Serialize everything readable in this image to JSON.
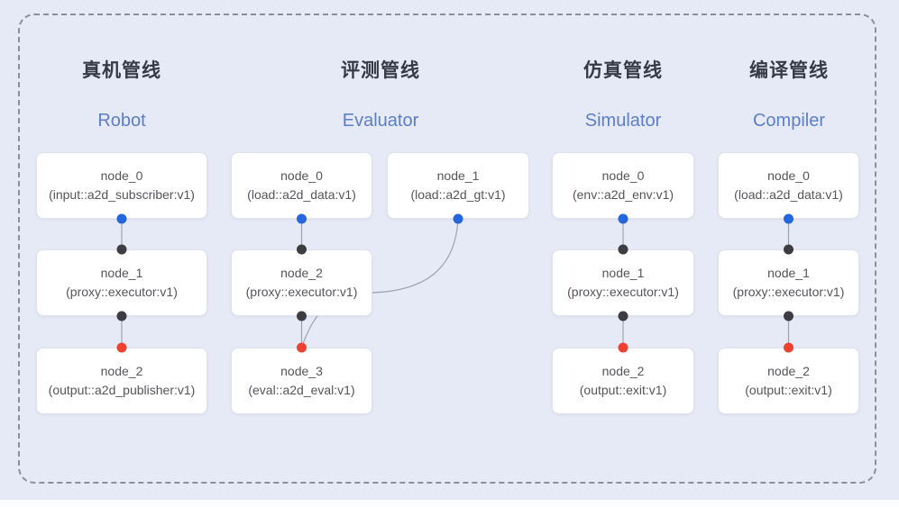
{
  "diagram": {
    "pipelines": [
      {
        "title_zh": "真机管线",
        "title_en": "Robot",
        "nodes": [
          {
            "name": "node_0",
            "detail": "(input::a2d_subscriber:v1)"
          },
          {
            "name": "node_1",
            "detail": "(proxy::executor:v1)"
          },
          {
            "name": "node_2",
            "detail": "(output::a2d_publisher:v1)"
          }
        ]
      },
      {
        "title_zh": "评测管线",
        "title_en": "Evaluator",
        "nodes": [
          {
            "name": "node_0",
            "detail": "(load::a2d_data:v1)"
          },
          {
            "name": "node_1",
            "detail": "(load::a2d_gt:v1)"
          },
          {
            "name": "node_2",
            "detail": "(proxy::executor:v1)"
          },
          {
            "name": "node_3",
            "detail": "(eval::a2d_eval:v1)"
          }
        ]
      },
      {
        "title_zh": "仿真管线",
        "title_en": "Simulator",
        "nodes": [
          {
            "name": "node_0",
            "detail": "(env::a2d_env:v1)"
          },
          {
            "name": "node_1",
            "detail": "(proxy::executor:v1)"
          },
          {
            "name": "node_2",
            "detail": "(output::exit:v1)"
          }
        ]
      },
      {
        "title_zh": "编译管线",
        "title_en": "Compiler",
        "nodes": [
          {
            "name": "node_0",
            "detail": "(load::a2d_data:v1)"
          },
          {
            "name": "node_1",
            "detail": "(proxy::executor:v1)"
          },
          {
            "name": "node_2",
            "detail": "(output::exit:v1)"
          }
        ]
      }
    ],
    "connections": [
      {
        "pipeline": "Robot",
        "from": "node_0",
        "to": "node_1",
        "from_port": "blue",
        "to_port": "black",
        "shape": "straight"
      },
      {
        "pipeline": "Robot",
        "from": "node_1",
        "to": "node_2",
        "from_port": "black",
        "to_port": "red",
        "shape": "straight"
      },
      {
        "pipeline": "Evaluator",
        "from": "node_0",
        "to": "node_2",
        "from_port": "blue",
        "to_port": "black",
        "shape": "straight"
      },
      {
        "pipeline": "Evaluator",
        "from": "node_1",
        "to": "node_3",
        "from_port": "blue",
        "to_port": "red",
        "shape": "curved"
      },
      {
        "pipeline": "Evaluator",
        "from": "node_2",
        "to": "node_3",
        "from_port": "black",
        "to_port": "red",
        "shape": "straight"
      },
      {
        "pipeline": "Simulator",
        "from": "node_0",
        "to": "node_1",
        "from_port": "blue",
        "to_port": "black",
        "shape": "straight"
      },
      {
        "pipeline": "Simulator",
        "from": "node_1",
        "to": "node_2",
        "from_port": "black",
        "to_port": "red",
        "shape": "straight"
      },
      {
        "pipeline": "Compiler",
        "from": "node_0",
        "to": "node_1",
        "from_port": "blue",
        "to_port": "black",
        "shape": "straight"
      },
      {
        "pipeline": "Compiler",
        "from": "node_1",
        "to": "node_2",
        "from_port": "black",
        "to_port": "red",
        "shape": "straight"
      }
    ],
    "colors": {
      "background": "#E6EAF7",
      "frame_dash": "#8A8F99",
      "node_bg": "#FFFFFF",
      "node_border": "#E1E3E8",
      "edge": "#9CA3AF",
      "port_blue": "#2366DE",
      "port_black": "#3C3C41",
      "port_red": "#EF4130",
      "title_zh_color": "#353B46",
      "title_en_color": "#5C7EC9",
      "node_text_color": "#54555A"
    }
  }
}
